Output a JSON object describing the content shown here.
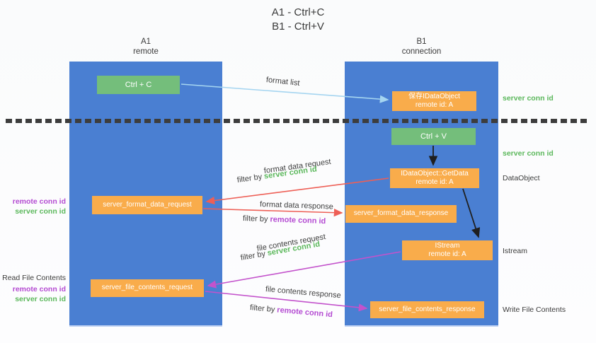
{
  "title": {
    "line1": "A1 - Ctrl+C",
    "line2": "B1 - Ctrl+V"
  },
  "columns": [
    {
      "label": "A1",
      "sublabel": "remote"
    },
    {
      "label": "B1",
      "sublabel": "connection"
    }
  ],
  "nodes": {
    "ctrl_c": "Ctrl + C",
    "save_idataobject": {
      "line1": "保存IDataObject",
      "line2": "remote id: A"
    },
    "ctrl_v": "Ctrl + V",
    "getdata": {
      "line1": "IDataObject::GetData",
      "line2": "remote id: A"
    },
    "format_request": "server_format_data_request",
    "format_response": "server_format_data_response",
    "istream": {
      "line1": "IStream",
      "line2": "remote id: A"
    },
    "file_request": "server_file_contents_request",
    "file_response": "server_file_contents_response"
  },
  "labels": {
    "format_list": "format list",
    "format_data_request": "format data request",
    "format_data_response": "format data response",
    "file_contents_request": "file contents request",
    "file_contents_response": "file contents response",
    "filter_by": "filter by",
    "server_conn_id": "server conn id",
    "remote_conn_id": "remote conn id"
  },
  "annotations": {
    "left": {
      "remote_conn_id": "remote conn id",
      "server_conn_id": "server conn id",
      "read_file_contents": "Read File Contents"
    },
    "right": {
      "server_conn_id_top": "server conn id",
      "server_conn_id_mid": "server conn id",
      "dataobject": "DataObject",
      "istream": "Istream",
      "write_file_contents": "Write File Contents"
    }
  },
  "colors": {
    "column_blue": "#4a7fd2",
    "box_green": "#74be7b",
    "box_orange": "#f9ac4b",
    "arrow_blue": "#a5d5f0",
    "arrow_red": "#ee5f56",
    "arrow_magenta": "#c353cc",
    "arrow_black": "#1f1f1f",
    "text_green": "#5cb85c",
    "text_purple": "#b44bd2",
    "text_dark": "#3f3f3f",
    "dash_color": "#3d3d3d"
  }
}
